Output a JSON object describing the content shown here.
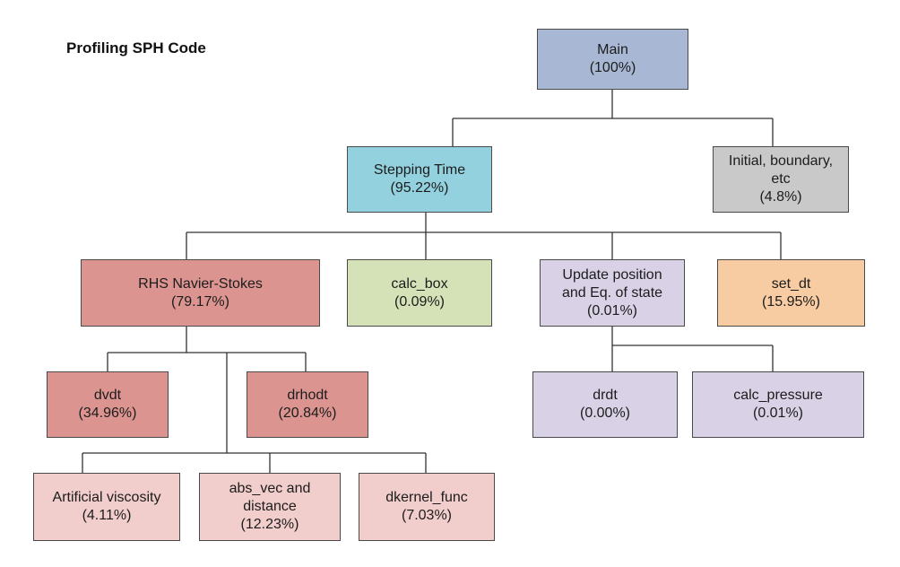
{
  "title": "Profiling SPH Code",
  "colors": {
    "main": "#a8b8d4",
    "stepping": "#93d1df",
    "initial": "#c9c9c9",
    "rhs": "#dc9490",
    "calc_box": "#d5e2b8",
    "update": "#d9d1e6",
    "set_dt": "#f8cca2",
    "sub_rhs": "#dc9490",
    "leaf_rhs": "#f1cdcb",
    "line": "#333333"
  },
  "nodes": {
    "main": {
      "label": "Main",
      "pct": "(100%)"
    },
    "stepping_time": {
      "label": "Stepping Time",
      "pct": "(95.22%)"
    },
    "initial_boundary": {
      "label1": "Initial, boundary,",
      "label2": "etc",
      "pct": "(4.8%)"
    },
    "rhs_navier_stokes": {
      "label": "RHS Navier-Stokes",
      "pct": "(79.17%)"
    },
    "calc_box": {
      "label": "calc_box",
      "pct": "(0.09%)"
    },
    "update_position": {
      "label1": "Update position",
      "label2": "and Eq. of state",
      "pct": "(0.01%)"
    },
    "set_dt": {
      "label": "set_dt",
      "pct": "(15.95%)"
    },
    "dvdt": {
      "label": "dvdt",
      "pct": "(34.96%)"
    },
    "drhodt": {
      "label": "drhodt",
      "pct": "(20.84%)"
    },
    "drdt": {
      "label": "drdt",
      "pct": "(0.00%)"
    },
    "calc_pressure": {
      "label": "calc_pressure",
      "pct": "(0.01%)"
    },
    "artificial_viscosity": {
      "label": "Artificial viscosity",
      "pct": "(4.11%)"
    },
    "abs_vec": {
      "label1": "abs_vec and",
      "label2": "distance",
      "pct": "(12.23%)"
    },
    "dkernel_func": {
      "label": "dkernel_func",
      "pct": "(7.03%)"
    }
  }
}
